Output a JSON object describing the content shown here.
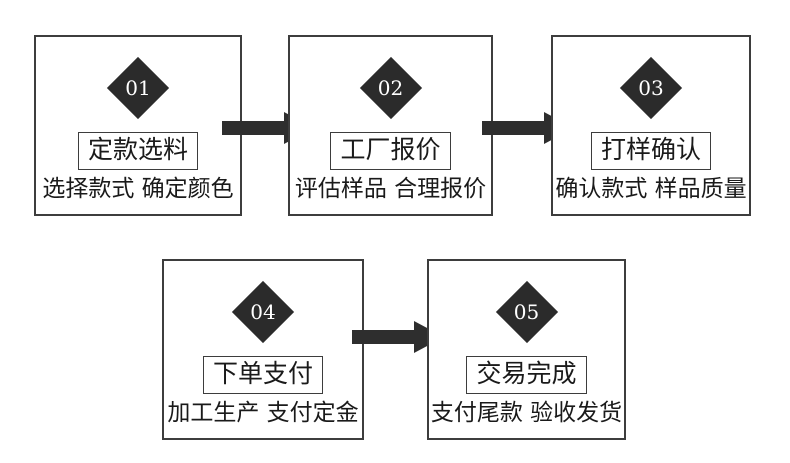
{
  "diagram": {
    "type": "process-flow",
    "title": "",
    "background_color": "#ffffff",
    "accent_color": "#2b2b2b",
    "border_color": "#3d3d3d",
    "text_color": "#1a1a1a",
    "steps": [
      {
        "number": "01",
        "title": "定款选料",
        "subtitle": "选择款式 确定颜色",
        "row": 1,
        "col": 1
      },
      {
        "number": "02",
        "title": "工厂报价",
        "subtitle": "评估样品 合理报价",
        "row": 1,
        "col": 2
      },
      {
        "number": "03",
        "title": "打样确认",
        "subtitle": "确认款式 样品质量",
        "row": 1,
        "col": 3
      },
      {
        "number": "04",
        "title": "下单支付",
        "subtitle": "加工生产 支付定金",
        "row": 2,
        "col": 1
      },
      {
        "number": "05",
        "title": "交易完成",
        "subtitle": "支付尾款 验收发货",
        "row": 2,
        "col": 2
      }
    ],
    "connectors": [
      {
        "from": "01",
        "to": "02",
        "icon": "right-arrow-icon"
      },
      {
        "from": "02",
        "to": "03",
        "icon": "right-arrow-icon"
      },
      {
        "from": "04",
        "to": "05",
        "icon": "right-arrow-icon"
      }
    ]
  }
}
